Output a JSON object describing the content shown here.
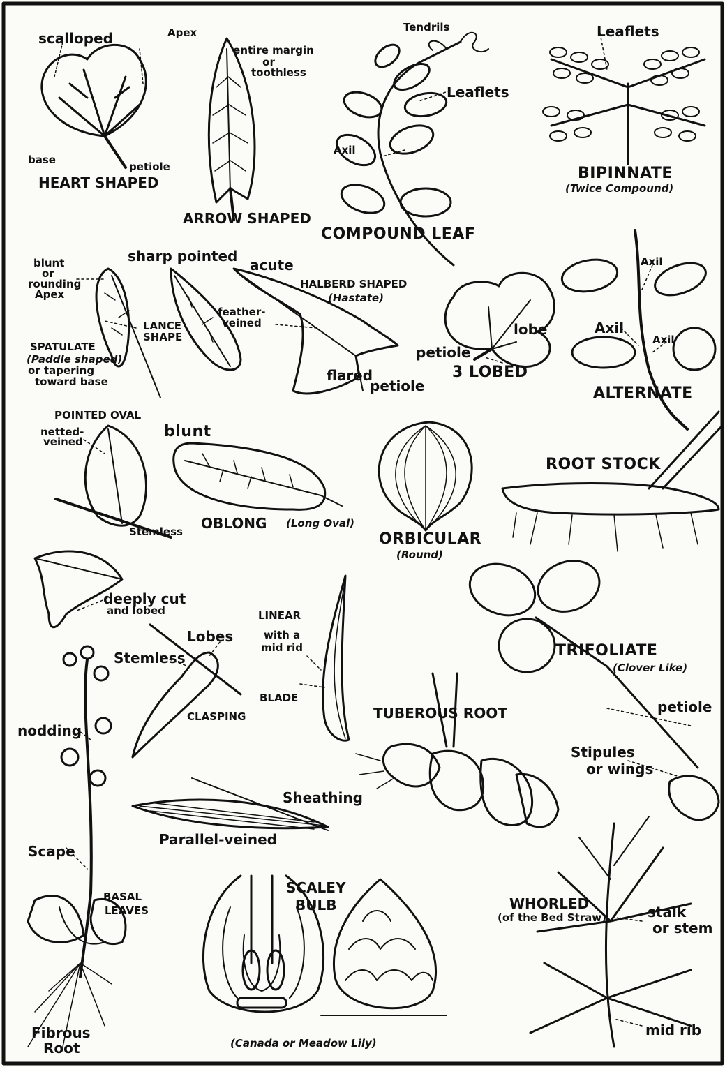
{
  "labels": {
    "scalloped": "scalloped",
    "base": "base",
    "petiole": "petiole",
    "heart_shaped": "HEART SHAPED",
    "apex": "Apex",
    "entire_margin": "entire margin",
    "or": "or",
    "toothless": "toothless",
    "arrow_shaped": "ARROW SHAPED",
    "tendrils": "Tendrils",
    "leaflets": "Leaflets",
    "axil": "Axil",
    "compound_leaf": "COMPOUND LEAF",
    "bipinnate": "BIPINNATE",
    "twice_compound": "(Twice Compound)",
    "blunt": "blunt",
    "rounding": "rounding",
    "spatulate": "SPATULATE",
    "paddle_shaped": "(Paddle shaped)",
    "or_tapering": "or tapering",
    "toward_base": "toward base",
    "lance": "LANCE",
    "shape": "SHAPE",
    "sharp_pointed": "sharp pointed",
    "feather": "feather-",
    "veined": "veined",
    "acute": "acute",
    "halberd_shaped": "HALBERD SHAPED",
    "hastate": "(Hastate)",
    "flared": "flared",
    "lobe": "lobe",
    "three_lobed": "3 LOBED",
    "alternate": "ALTERNATE",
    "pointed_oval": "POINTED OVAL",
    "netted": "netted-",
    "stemless": "Stemless",
    "oblong": "OBLONG",
    "long_oval": "(Long Oval)",
    "orbicular": "ORBICULAR",
    "round": "(Round)",
    "root_stock": "ROOT STOCK",
    "deeply_cut": "deeply cut",
    "and_lobed": "and lobed",
    "lobes": "Lobes",
    "clasping": "CLASPING",
    "linear": "LINEAR",
    "with_a": "with a",
    "mid_rid": "mid rid",
    "blade": "BLADE",
    "trifoliate": "TRIFOLIATE",
    "clover_like": "(Clover Like)",
    "stipules": "Stipules",
    "or_wings": "or wings",
    "nodding": "nodding",
    "tuberous_root": "TUBEROUS ROOT",
    "sheathing": "Sheathing",
    "parallel_veined": "Parallel-veined",
    "scape": "Scape",
    "basal": "BASAL",
    "leaves": "LEAVES",
    "fibrous": "Fibrous",
    "root": "Root",
    "scaley": "SCALEY",
    "bulb": "BULB",
    "canada_lily": "(Canada or Meadow Lily)",
    "whorled": "WHORLED",
    "bed_straw": "(of the Bed Straw)",
    "stalk": "stalk",
    "or_stem": "or stem",
    "mid_rib": "mid rib"
  },
  "colors": {
    "ink": "#111111",
    "paper": "#fbfbf8"
  }
}
